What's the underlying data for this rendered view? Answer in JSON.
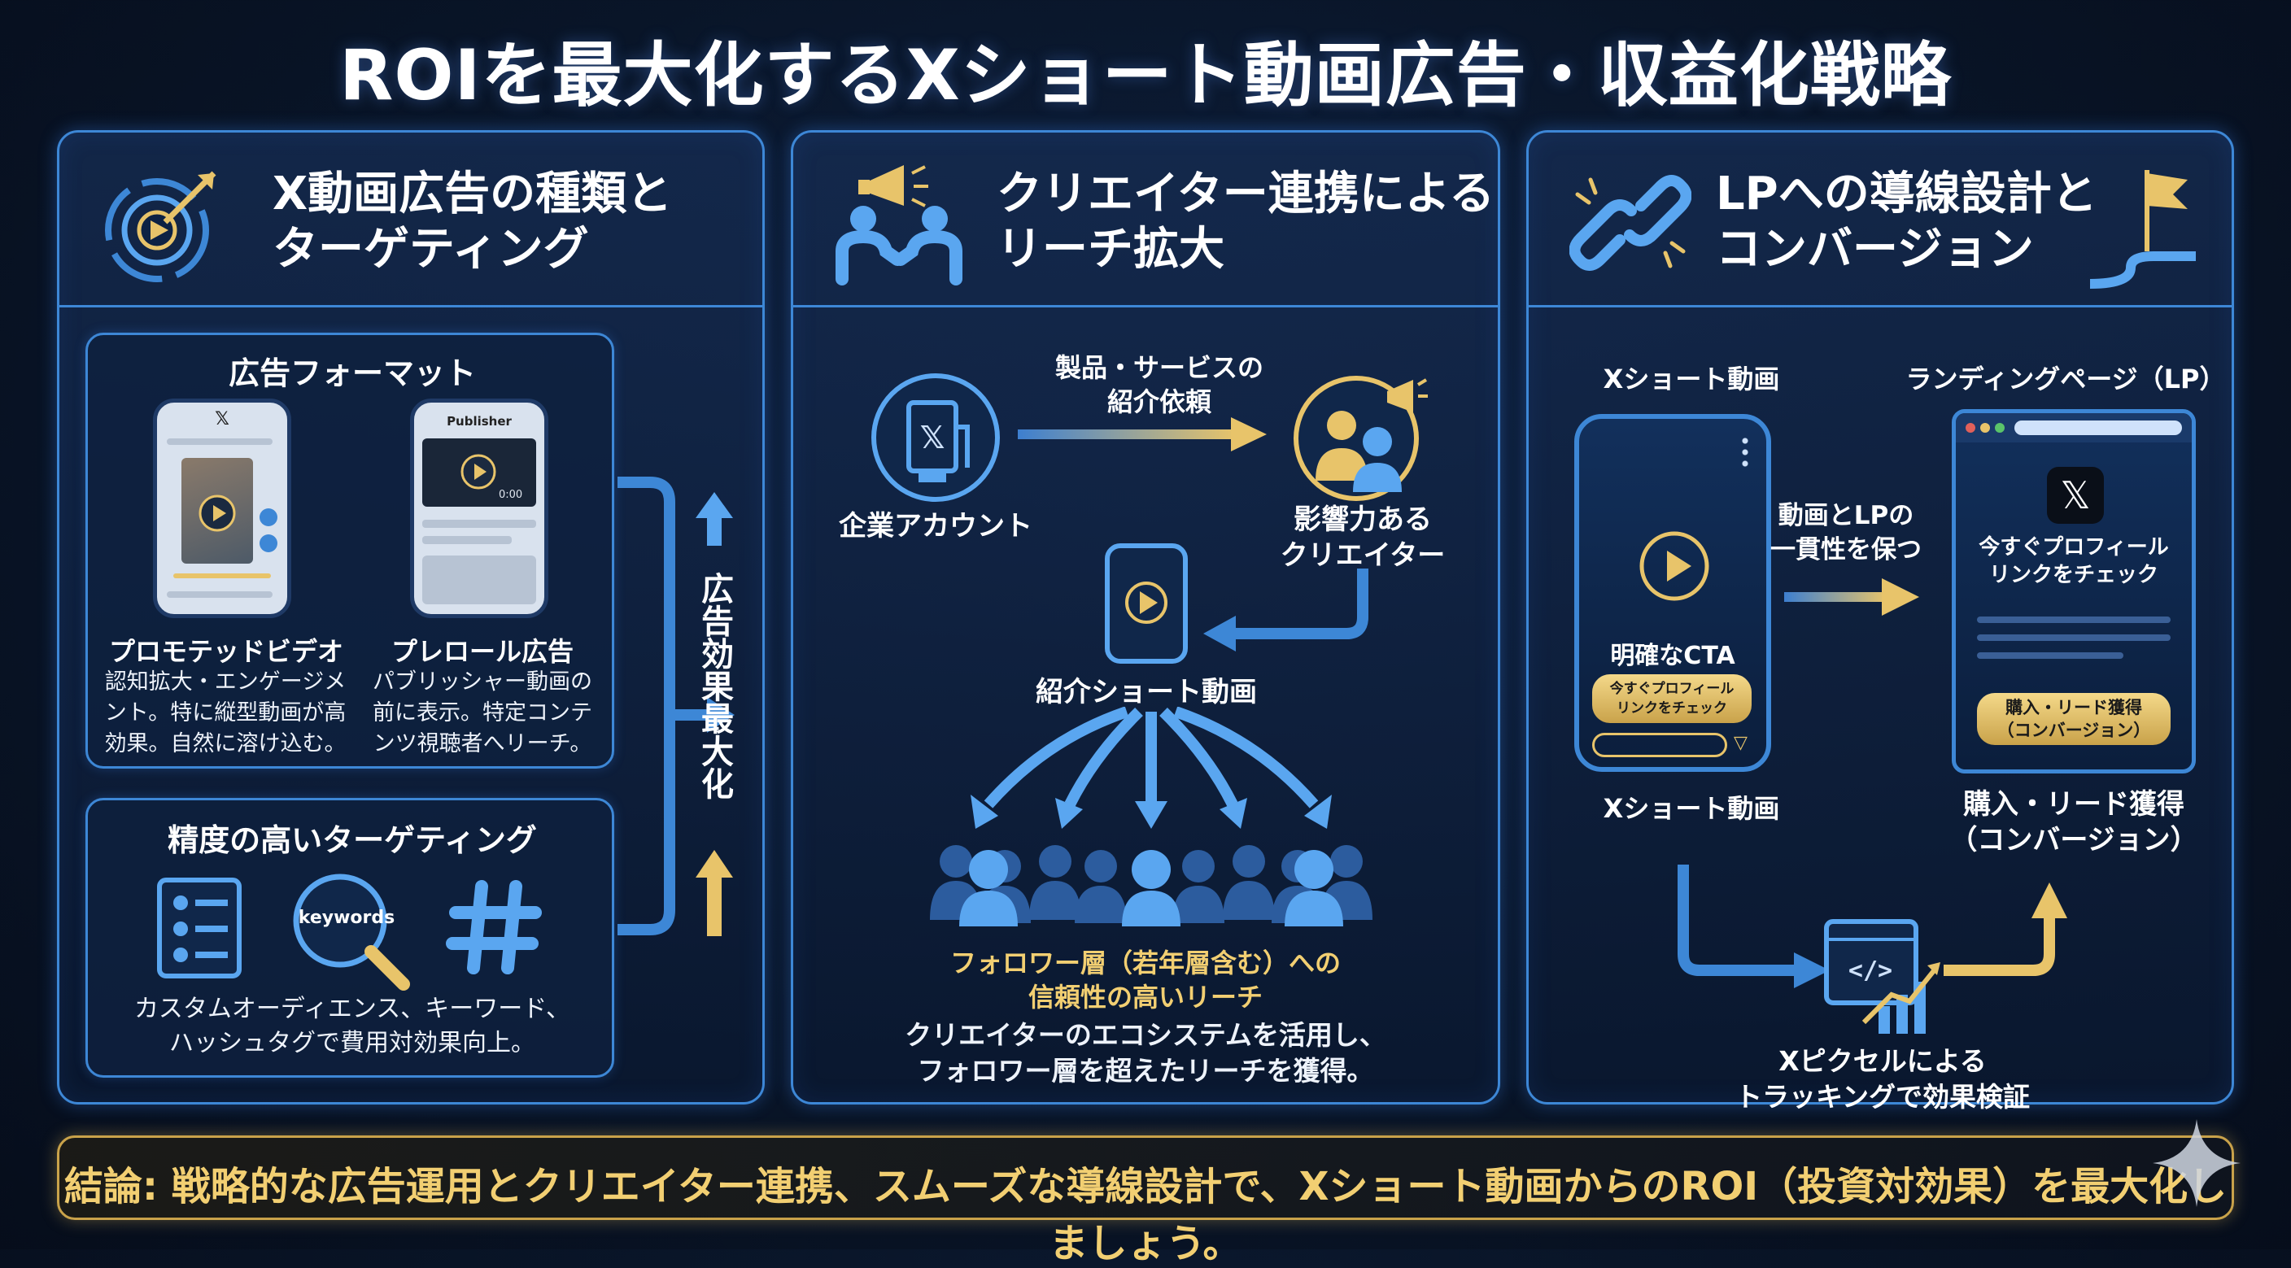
{
  "title": "ROIを最大化するXショート動画広告・収益化戦略",
  "colors": {
    "accent_blue": "#3d87d6",
    "gold": "#e8c46a",
    "background": "#091528"
  },
  "panel1": {
    "title_line1": "X動画広告の種類と",
    "title_line2": "ターゲティング",
    "formats_heading": "広告フォーマット",
    "phone2_header": "Publisher",
    "phone2_time": "0:00",
    "format1_name": "プロモテッドビデオ",
    "format1_desc_l1": "認知拡大・エンゲージメ",
    "format1_desc_l2": "ント。特に縦型動画が高",
    "format1_desc_l3": "効果。自然に溶け込む。",
    "format2_name": "プレロール広告",
    "format2_desc_l1": "パブリッシャー動画の",
    "format2_desc_l2": "前に表示。特定コンテ",
    "format2_desc_l3": "ンツ視聴者へリーチ。",
    "targeting_heading": "精度の高いターゲティング",
    "keywords_label": "keywords",
    "targeting_desc_l1": "カスタムオーディエンス、キーワード、",
    "targeting_desc_l2": "ハッシュタグで費用対効果向上。",
    "side_vertical": "広告効果最大化",
    "icons": [
      "target-arrow-icon",
      "audience-list-icon",
      "keyword-search-icon",
      "hashtag-icon"
    ]
  },
  "panel2": {
    "title_line1": "クリエイター連携による",
    "title_line2": "リーチ拡大",
    "company": "企業アカウント",
    "request_l1": "製品・サービスの",
    "request_l2": "紹介依頼",
    "creator_l1": "影響力ある",
    "creator_l2": "クリエイター",
    "intro_video": "紹介ショート動画",
    "followers_l1": "フォロワー層（若年層含む）への",
    "followers_l2": "信頼性の高いリーチ",
    "summary_l1": "クリエイターのエコシステムを活用し、",
    "summary_l2": "フォロワー層を超えたリーチを獲得。",
    "icons": [
      "megaphone-handshake-icon",
      "x-logo-icon",
      "creator-megaphone-icon",
      "audience-crowd-icon"
    ]
  },
  "panel3": {
    "title_line1": "LPへの導線設計と",
    "title_line2": "コンバージョン",
    "video_heading": "Xショート動画",
    "lp_heading": "ランディングページ（LP）",
    "cta_label": "明確なCTA",
    "phone_cta_l1": "今すぐプロフィール",
    "phone_cta_l2": "リンクをチェック",
    "consistency_l1": "動画とLPの",
    "consistency_l2": "一貫性を保つ",
    "lp_text_l1": "今すぐプロフィール",
    "lp_text_l2": "リンクをチェック",
    "lp_button_l1": "購入・リード獲得",
    "lp_button_l2": "（コンバージョン）",
    "under_phone": "Xショート動画",
    "under_lp_l1": "購入・リード獲得",
    "under_lp_l2": "（コンバージョン）",
    "pixel_l1": "Xピクセルによる",
    "pixel_l2": "トラッキングで効果検証",
    "icons": [
      "link-chain-icon",
      "flag-path-icon",
      "pixel-analytics-icon"
    ]
  },
  "conclusion": "結論: 戦略的な広告運用とクリエイター連携、スムーズな導線設計で、Xショート動画からのROI（投資対効果）を最大化しましょう。"
}
